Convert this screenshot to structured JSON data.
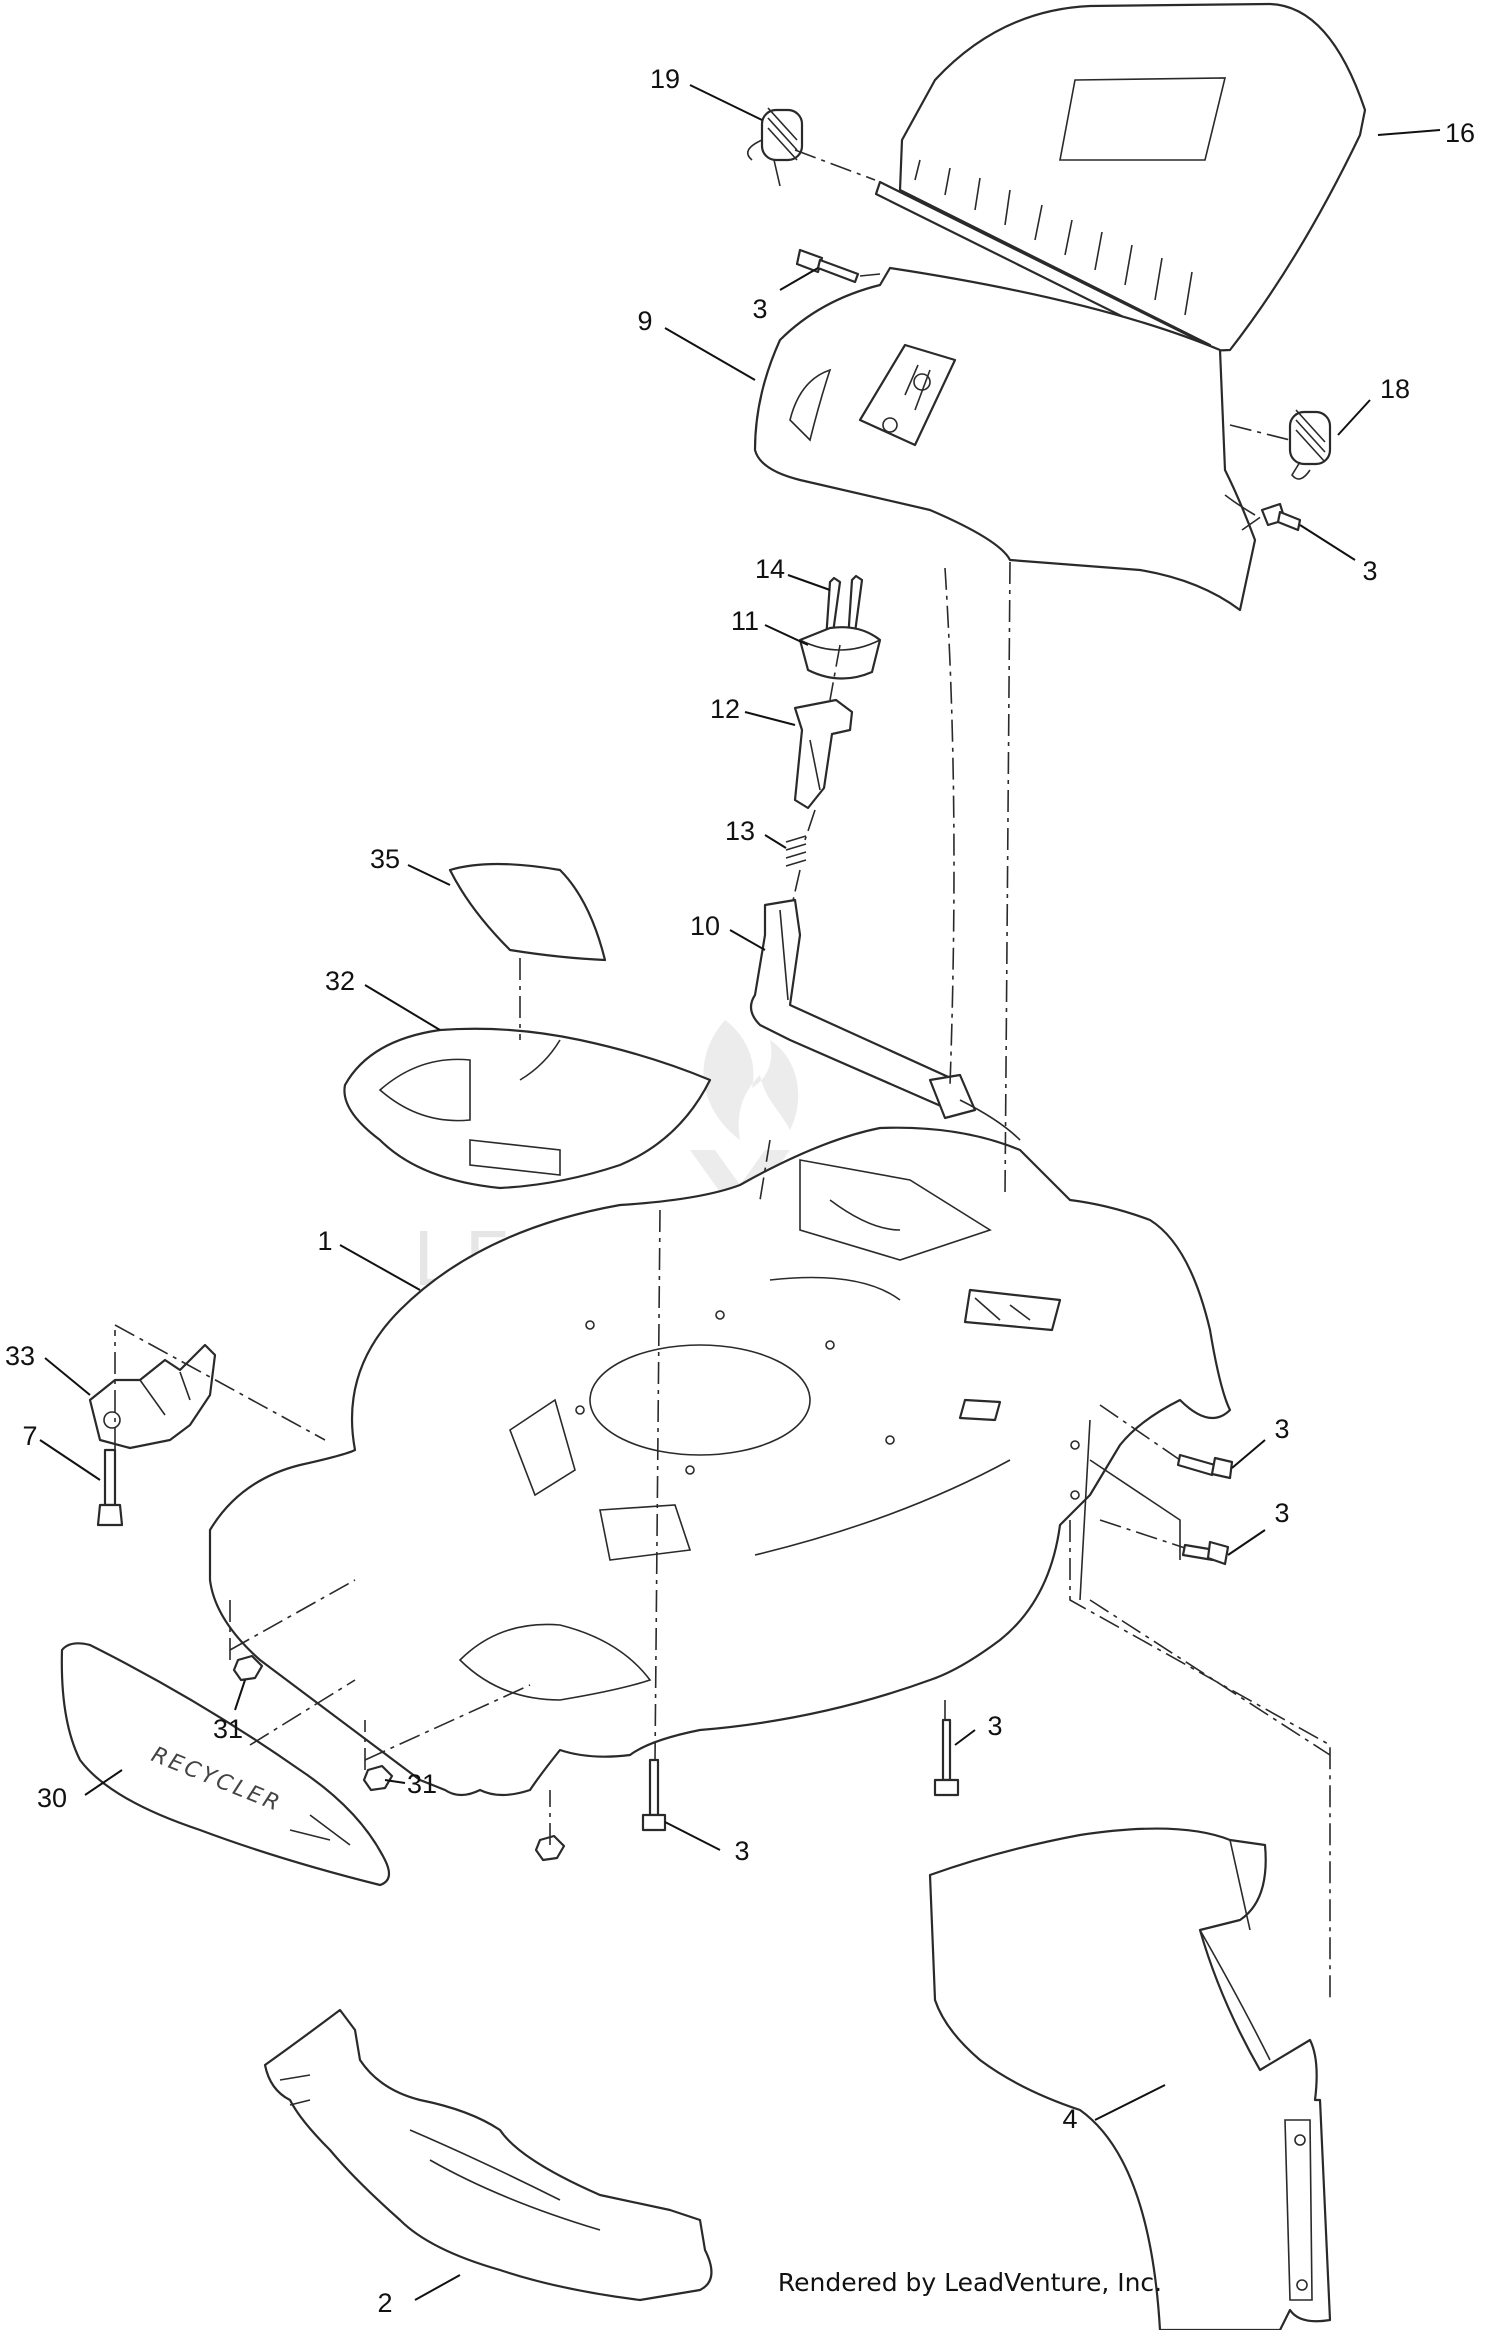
{
  "watermark": {
    "text": "LEADVENTURE"
  },
  "footer": {
    "text": "Rendered by LeadVenture, Inc."
  },
  "callouts": {
    "c19": "19",
    "c16": "16",
    "c3a": "3",
    "c9": "9",
    "c18": "18",
    "c3b": "3",
    "c14": "14",
    "c11": "11",
    "c12": "12",
    "c13": "13",
    "c10": "10",
    "c35": "35",
    "c32": "32",
    "c1": "1",
    "c33": "33",
    "c7": "7",
    "c3c": "3",
    "c3d": "3",
    "c31a": "31",
    "c31b": "31",
    "c30": "30",
    "c3e": "3",
    "c3f": "3",
    "c4": "4",
    "c2": "2"
  },
  "decal": {
    "brand": "RECYCLER"
  }
}
